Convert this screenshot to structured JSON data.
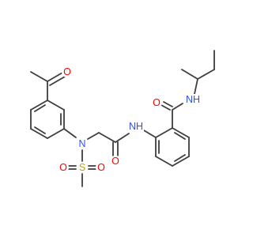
{
  "molecule": {
    "atom_labels": {
      "carbonyl_o_acetyl": "O",
      "amide_o_right": "O",
      "amide_o_center": "O",
      "n_sulfonamide": "N",
      "nh_anilide": "NH",
      "nh_secbutyl": "NH",
      "sulfur": "S",
      "sulfonyl_o_left": "O",
      "sulfonyl_o_right": "O"
    },
    "colors": {
      "bond": "#3d3d3d",
      "oxygen": "#ff0000",
      "nitrogen": "#3050f8",
      "sulfur": "#c8a000"
    }
  }
}
